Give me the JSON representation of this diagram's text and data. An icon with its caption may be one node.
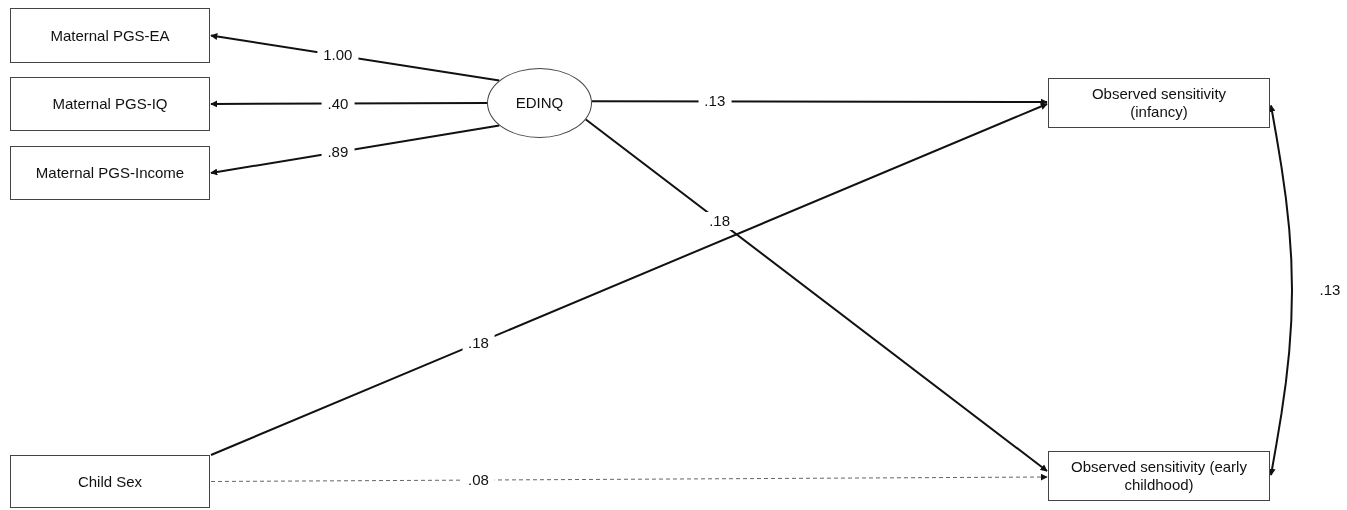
{
  "diagram": {
    "nodes": [
      {
        "text": [
          "Maternal PGS-EA"
        ]
      },
      {
        "text": [
          "Maternal PGS-IQ"
        ]
      },
      {
        "text": [
          "Maternal PGS-Income"
        ]
      },
      {
        "text": [
          "EDINQ"
        ]
      },
      {
        "text": [
          "Observed sensitivity (infancy)"
        ]
      },
      {
        "text": [
          "Child Sex"
        ]
      },
      {
        "text": [
          "Observed sensitivity (early childhood)"
        ]
      }
    ],
    "edges": [
      {
        "from": 3,
        "to": 0,
        "arrow": "to",
        "label": "1.00"
      },
      {
        "from": 3,
        "to": 1,
        "arrow": "to",
        "label": ".40"
      },
      {
        "from": 3,
        "to": 2,
        "arrow": "to",
        "label": ".89"
      },
      {
        "from": 3,
        "to": 4,
        "arrow": "to",
        "label": ".13"
      },
      {
        "from": 3,
        "to": 6,
        "arrow": "to",
        "label": ".18"
      },
      {
        "from": 5,
        "to": 4,
        "arrow": "to",
        "label": ".18"
      },
      {
        "from": 5,
        "to": 6,
        "arrow": "to",
        "label": ".08",
        "style": "dashed",
        "color": "#666666"
      },
      {
        "from": 4,
        "to": 6,
        "arrow": "both",
        "label": ".13"
      }
    ]
  }
}
